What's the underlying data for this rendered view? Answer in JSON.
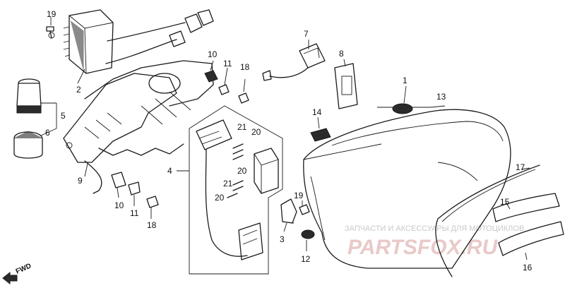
{
  "callouts": [
    "1",
    "2",
    "3",
    "4",
    "5",
    "6",
    "7",
    "8",
    "9",
    "10",
    "10",
    "11",
    "11",
    "12",
    "13",
    "14",
    "15",
    "16",
    "17",
    "18",
    "18",
    "19",
    "19",
    "20",
    "20",
    "20",
    "21",
    "21"
  ],
  "watermark": {
    "caption": "ЗАПЧАСТИ И АКСЕССУАРЫ ДЛЯ МОТОЦИКЛОВ",
    "brand": "PARTSFOX.RU"
  },
  "direction_label": "FWD"
}
